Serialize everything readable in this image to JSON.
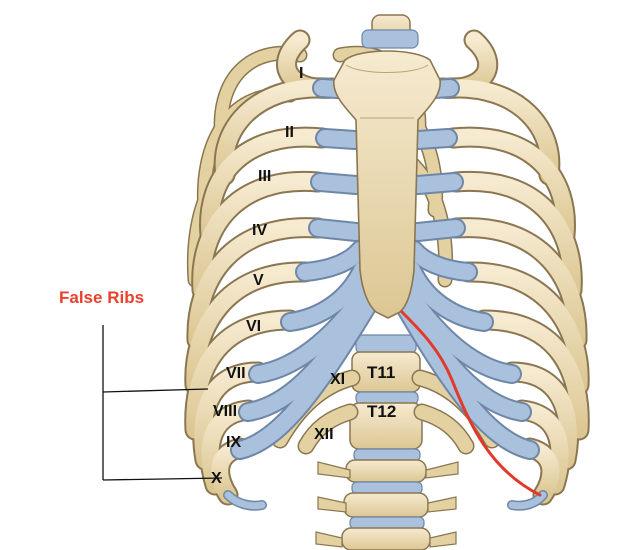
{
  "title": "False Ribs",
  "ribs": [
    "I",
    "II",
    "III",
    "IV",
    "V",
    "VI",
    "VII",
    "VIII",
    "IX",
    "X",
    "XI",
    "XII"
  ],
  "vertebrae": [
    "T11",
    "T12"
  ],
  "colors": {
    "bone": "#ecdcae",
    "bone_outline": "#8a7650",
    "cartilage": "#a9c1dc",
    "cartilage_outline": "#6e87a8",
    "title": "#e8412e",
    "highlight": "#e23a2a",
    "line": "#111111"
  }
}
